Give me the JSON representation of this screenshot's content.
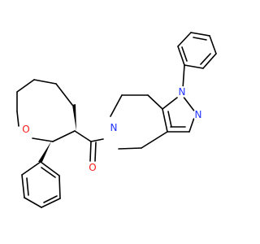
{
  "atoms": {
    "n1": {
      "symbol": "N",
      "color": "#2233ff"
    },
    "n2": {
      "symbol": "N",
      "color": "#2233ff"
    },
    "n5": {
      "symbol": "N",
      "color": "#2233ff"
    },
    "o_ring": {
      "symbol": "O",
      "color": "#ff1a1a"
    },
    "o_carbonyl": {
      "symbol": "O",
      "color": "#ff1a1a"
    }
  }
}
